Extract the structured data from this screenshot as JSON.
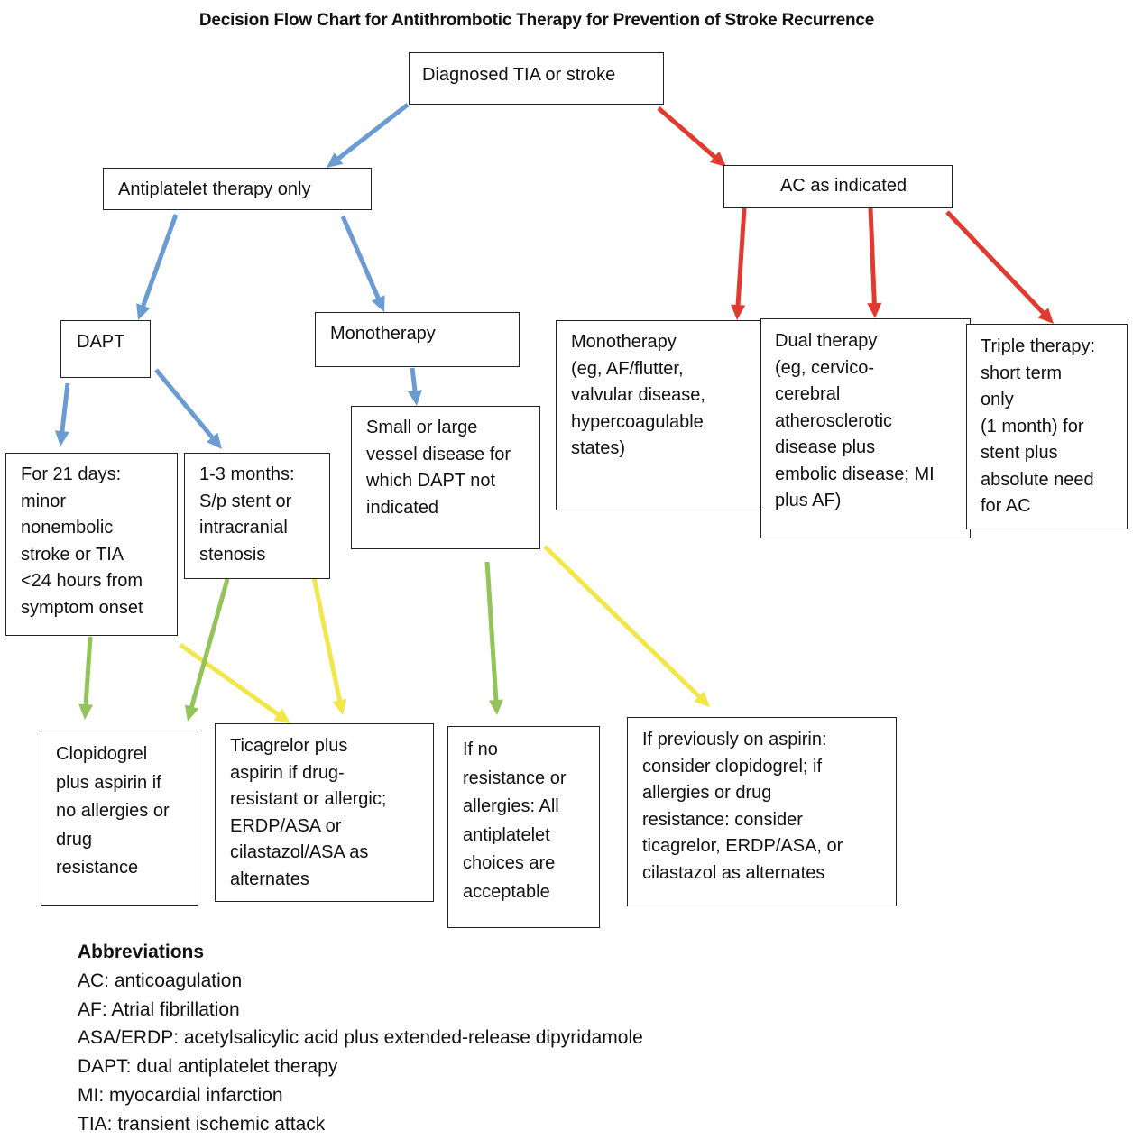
{
  "title": "Decision Flow Chart for Antithrombotic Therapy for Prevention of Stroke Recurrence",
  "colors": {
    "blue": "#6b9bd3",
    "red": "#e03a31",
    "green": "#92c45a",
    "yellow": "#f1e74a",
    "border": "#222222"
  },
  "nodes": {
    "diagnosed": "Diagnosed TIA or stroke",
    "antiplatelet": "Antiplatelet therapy only",
    "ac": "AC as indicated",
    "dapt": "DAPT",
    "mono": "Monotherapy",
    "mono_ac": "Monotherapy\n(eg, AF/flutter,\nvalvular disease,\nhypercoagulable\nstates)",
    "dual": "Dual therapy\n(eg, cervico-\ncerebral\natherosclerotic\ndisease plus\nembolic disease;  MI\nplus AF)",
    "triple": "Triple therapy:\nshort term\nonly\n(1 month) for\nstent plus\nabsolute need\nfor AC",
    "days21": "For 21 days:\nminor\nnonembolic\nstroke or TIA\n<24 hours from\nsymptom onset",
    "months13": "1-3 months:\nS/p stent or\nintracranial\nstenosis",
    "vessel": "Small or large\nvessel disease for\nwhich DAPT not\nindicated",
    "clopidogrel": "Clopidogrel\nplus aspirin if\nno allergies or\ndrug\nresistance",
    "ticagrelor": "Ticagrelor plus\naspirin if drug-\nresistant or allergic;\nERDP/ASA or\ncilastazol/ASA as\nalternates",
    "no_resistance": "If no\nresistance or\nallergies:  All\nantiplatelet\nchoices are\nacceptable",
    "aspirin": "If previously on aspirin:\nconsider clopidogrel; if\nallergies or drug\nresistance: consider\nticagrelor, ERDP/ASA, or\ncilastazol as alternates"
  },
  "abbreviations": {
    "heading": "Abbreviations",
    "items": [
      "AC:  anticoagulation",
      "AF: Atrial fibrillation",
      "ASA/ERDP:  acetylsalicylic acid plus extended-release dipyridamole",
      "DAPT:  dual antiplatelet therapy",
      "MI:  myocardial infarction",
      "TIA:  transient ischemic attack"
    ]
  }
}
